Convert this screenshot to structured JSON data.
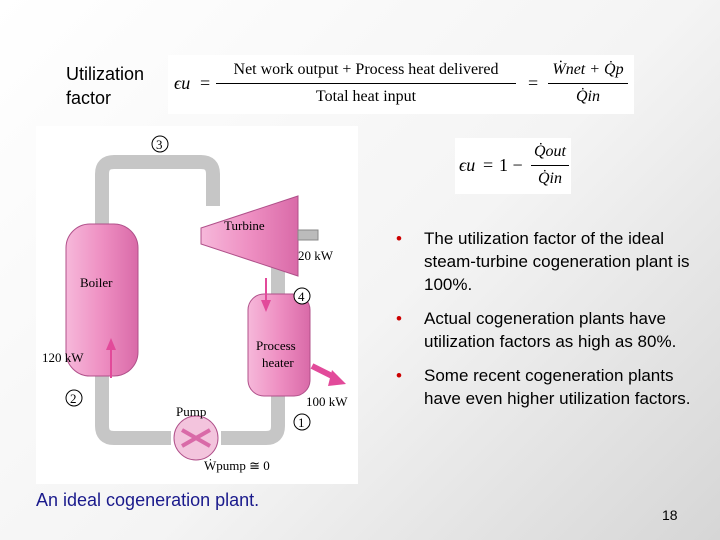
{
  "header": {
    "label_line1": "Utilization",
    "label_line2": "factor"
  },
  "equation1": {
    "lhs": "ϵu",
    "word_numerator": "Net work output + Process heat delivered",
    "word_denominator": "Total heat input",
    "sym_numerator": "Ẇnet + Q̇p",
    "sym_denominator": "Q̇in"
  },
  "equation2": {
    "lhs": "ϵu",
    "one": "1 −",
    "numerator": "Q̇out",
    "denominator": "Q̇in"
  },
  "diagram": {
    "colors": {
      "component": "#ee8fc2",
      "pipe": "#c8c8c8",
      "arrow": "#e24a9a"
    },
    "labels": {
      "turbine": "Turbine",
      "boiler": "Boiler",
      "process_heater_line1": "Process",
      "process_heater_line2": "heater",
      "pump": "Pump",
      "work_turbine": "20 kW",
      "heat_in": "120 kW",
      "heat_out": "100 kW",
      "pump_work": "Ẇpump ≅ 0",
      "state_1": "1",
      "state_2": "2",
      "state_3": "3",
      "state_4": "4"
    }
  },
  "caption": "An ideal cogeneration plant.",
  "bullets": [
    "The utilization factor of the ideal steam-turbine cogeneration plant is 100%.",
    "Actual cogeneration plants have utilization factors as high as 80%.",
    "Some recent cogeneration plants have even higher utilization factors."
  ],
  "bullet_color": "#cc0000",
  "page_number": "18"
}
